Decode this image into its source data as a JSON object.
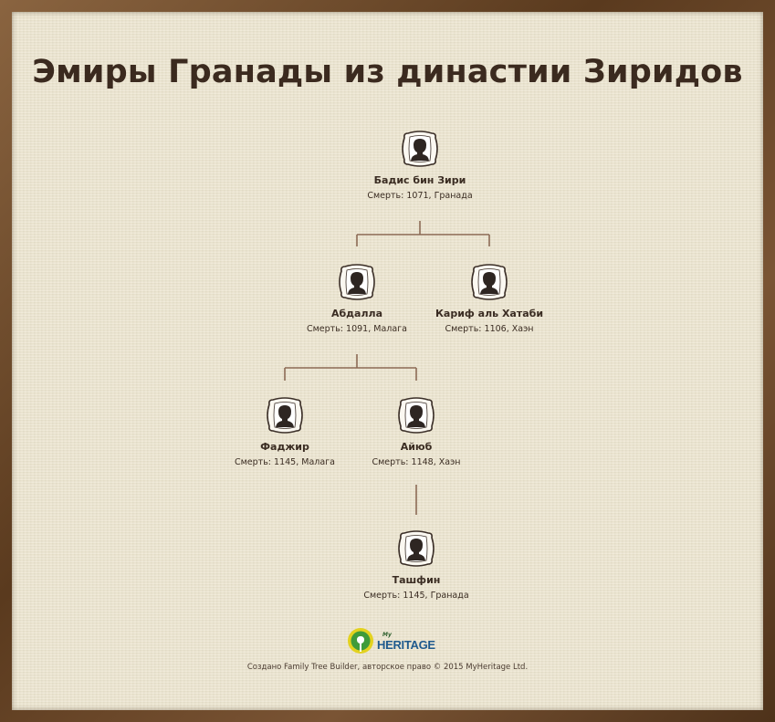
{
  "title": "Эмиры Гранады из династии Зиридов",
  "persons": [
    {
      "name": "Бадис бин Зири",
      "death": "Смерть: 1071, Гранада"
    },
    {
      "name": "Абдалла",
      "death": "Смерть: 1091, Малага"
    },
    {
      "name": "Кариф аль Хатаби",
      "death": "Смерть: 1106, Хаэн"
    },
    {
      "name": "Фаджир",
      "death": "Смерть: 1145, Малага"
    },
    {
      "name": "Айюб",
      "death": "Смерть: 1148, Хаэн"
    },
    {
      "name": "Ташфин",
      "death": "Смерть: 1145, Гранада"
    }
  ],
  "logo": {
    "my": "My",
    "heritage": "HERITAGE"
  },
  "credits": "Создано Family Tree Builder, авторское право © 2015 MyHeritage Ltd.",
  "colors": {
    "frame": "#6b4a2c",
    "paper": "#ece4ce",
    "title": "#3b2a1f",
    "connector": "#8c6a55"
  }
}
